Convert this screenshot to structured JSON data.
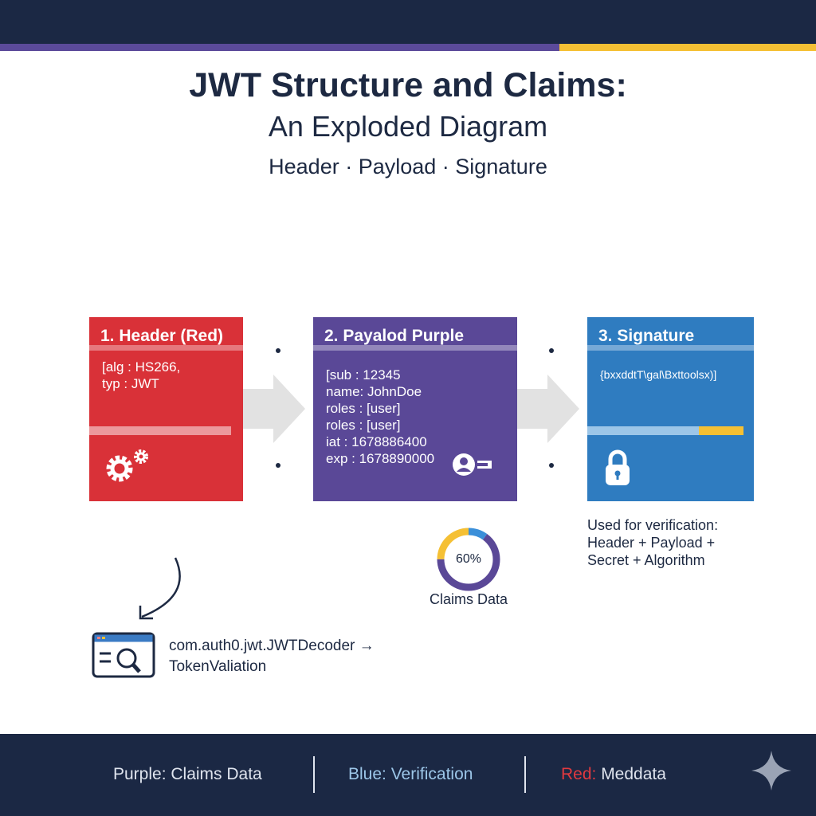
{
  "title": "JWT Structure and Claims:",
  "subtitle": "An Exploded Diagram",
  "tagline": "Header · Payload · Signature",
  "colors": {
    "red": "#d93138",
    "purple": "#5a4897",
    "blue": "#2f7cc0",
    "yellow": "#f5c034",
    "navy": "#1b2844"
  },
  "cards": [
    {
      "title": "1. Header (Red)",
      "lines": [
        "[alg : HS266,",
        "typ : JWT"
      ],
      "icon": "gears-icon"
    },
    {
      "title": "2. Payalod Purple",
      "lines": [
        "[sub : 12345",
        "name: JohnDoe",
        "roles : [user]",
        "roles : [user]",
        "iat : 1678886400",
        "exp : 1678890000"
      ],
      "icon": "user-key-icon"
    },
    {
      "title": "3. Signature",
      "lines": [
        "{bxxddtT\\gal\\Bxttoolsx)]"
      ],
      "icon": "lock-icon"
    }
  ],
  "signature_note": [
    "Used for verification:",
    "Header + Payload +",
    "Secret + Algorithm"
  ],
  "donut": {
    "label": "60%",
    "caption": "Claims Data",
    "segments": [
      {
        "color": "#3b8fd9",
        "value": 10
      },
      {
        "color": "#5a4897",
        "value": 65
      },
      {
        "color": "#f5c034",
        "value": 25
      }
    ]
  },
  "decoder": {
    "line1": "com.auth0.jwt.JWTDecoder →",
    "line2": "TokenValiation"
  },
  "footer": {
    "purple_label": "Purple: Claims Data",
    "blue_label": "Blue: Verification",
    "red_key": "Red:",
    "red_value": " Meddata"
  }
}
